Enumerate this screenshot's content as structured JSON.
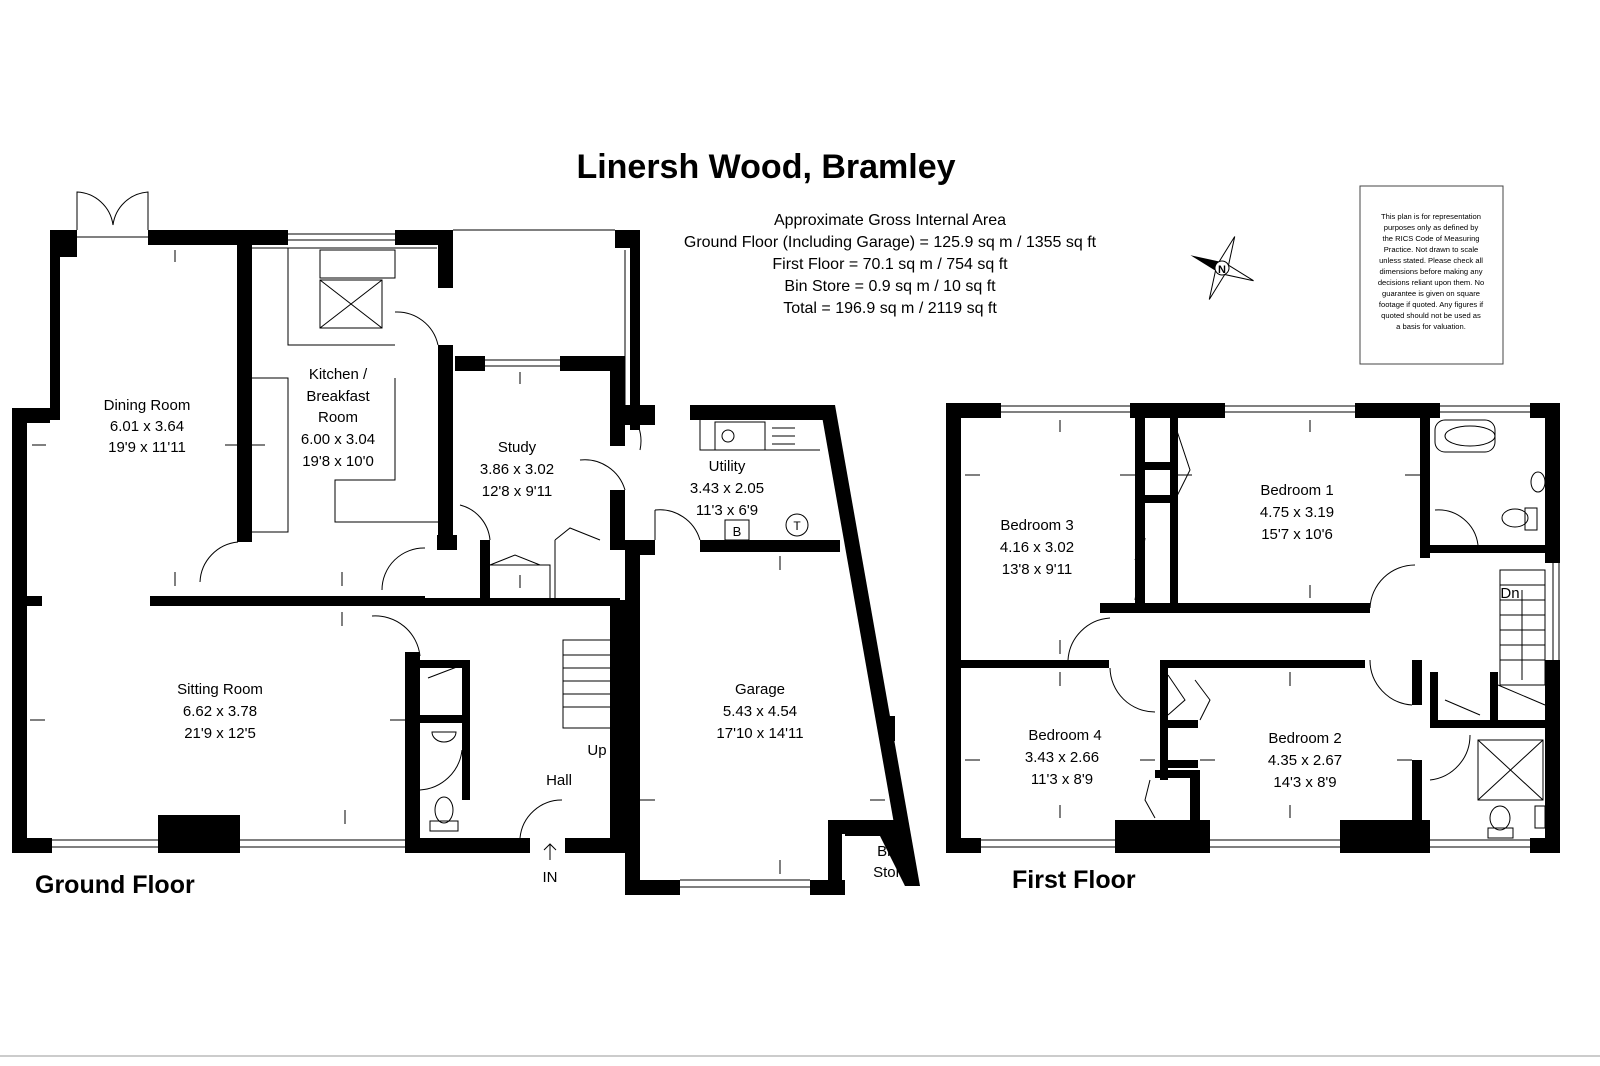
{
  "title": "Linersh Wood, Bramley",
  "area": {
    "heading": "Approximate Gross Internal Area",
    "lines": [
      "Ground Floor (Including Garage) = 125.9 sq m / 1355 sq ft",
      "First Floor = 70.1 sq m / 754 sq ft",
      "Bin Store = 0.9 sq m / 10 sq ft",
      "Total = 196.9 sq m / 2119 sq ft"
    ]
  },
  "disclaimer": [
    "This plan is for representation",
    "purposes only as defined by",
    "the RICS Code of Measuring",
    "Practice. Not drawn to scale",
    "unless stated. Please check all",
    "dimensions before making any",
    "decisions reliant upon them. No",
    "guarantee is given on square",
    "footage if quoted. Any figures if",
    "quoted should not be used as",
    "a basis for valuation."
  ],
  "compass_letter": "N",
  "floors": {
    "ground": "Ground Floor",
    "first": "First Floor"
  },
  "rooms": {
    "dining": [
      "Dining Room",
      "6.01 x 3.64",
      "19'9 x 11'11"
    ],
    "kitchen": [
      "Kitchen /",
      "Breakfast",
      "Room",
      "6.00 x 3.04",
      "19'8 x 10'0"
    ],
    "study": [
      "Study",
      "3.86 x 3.02",
      "12'8 x 9'11"
    ],
    "utility": [
      "Utility",
      "3.43 x 2.05",
      "11'3 x 6'9"
    ],
    "sitting": [
      "Sitting Room",
      "6.62 x 3.78",
      "21'9 x 12'5"
    ],
    "garage": [
      "Garage",
      "5.43 x 4.54",
      "17'10 x 14'11"
    ],
    "hall": [
      "Hall"
    ],
    "bin": [
      "Bin",
      "Store"
    ],
    "bed3": [
      "Bedroom 3",
      "4.16 x 3.02",
      "13'8 x 9'11"
    ],
    "bed1": [
      "Bedroom 1",
      "4.75 x 3.19",
      "15'7 x 10'6"
    ],
    "bed4": [
      "Bedroom 4",
      "3.43 x 2.66",
      "11'3 x 8'9"
    ],
    "bed2": [
      "Bedroom 2",
      "4.35 x 2.67",
      "14'3 x 8'9"
    ]
  },
  "labels": {
    "up": "Up",
    "down": "Dn",
    "entrance": "IN",
    "boiler": "B",
    "tank": "T"
  }
}
